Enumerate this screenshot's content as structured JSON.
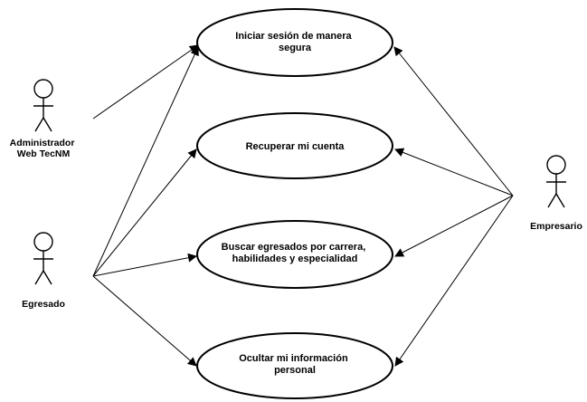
{
  "use_cases": [
    {
      "id": "login",
      "lines": [
        "Iniciar sesión de manera",
        "segura"
      ]
    },
    {
      "id": "recover",
      "lines": [
        "Recuperar mi cuenta"
      ]
    },
    {
      "id": "search",
      "lines": [
        "Buscar egresados por carrera,",
        "habilidades y especialidad"
      ]
    },
    {
      "id": "hide",
      "lines": [
        "Ocultar mi información",
        "personal"
      ]
    }
  ],
  "actors": {
    "admin": {
      "lines": [
        "Administrador",
        "Web TecNM"
      ]
    },
    "egresado": {
      "lines": [
        "Egresado"
      ]
    },
    "empresario": {
      "lines": [
        "Empresario"
      ]
    }
  },
  "associations": [
    {
      "from": "admin",
      "to": "login"
    },
    {
      "from": "egresado",
      "to": "login"
    },
    {
      "from": "egresado",
      "to": "recover"
    },
    {
      "from": "egresado",
      "to": "search"
    },
    {
      "from": "egresado",
      "to": "hide"
    },
    {
      "from": "empresario",
      "to": "login"
    },
    {
      "from": "empresario",
      "to": "recover"
    },
    {
      "from": "empresario",
      "to": "search"
    },
    {
      "from": "empresario",
      "to": "hide"
    }
  ]
}
